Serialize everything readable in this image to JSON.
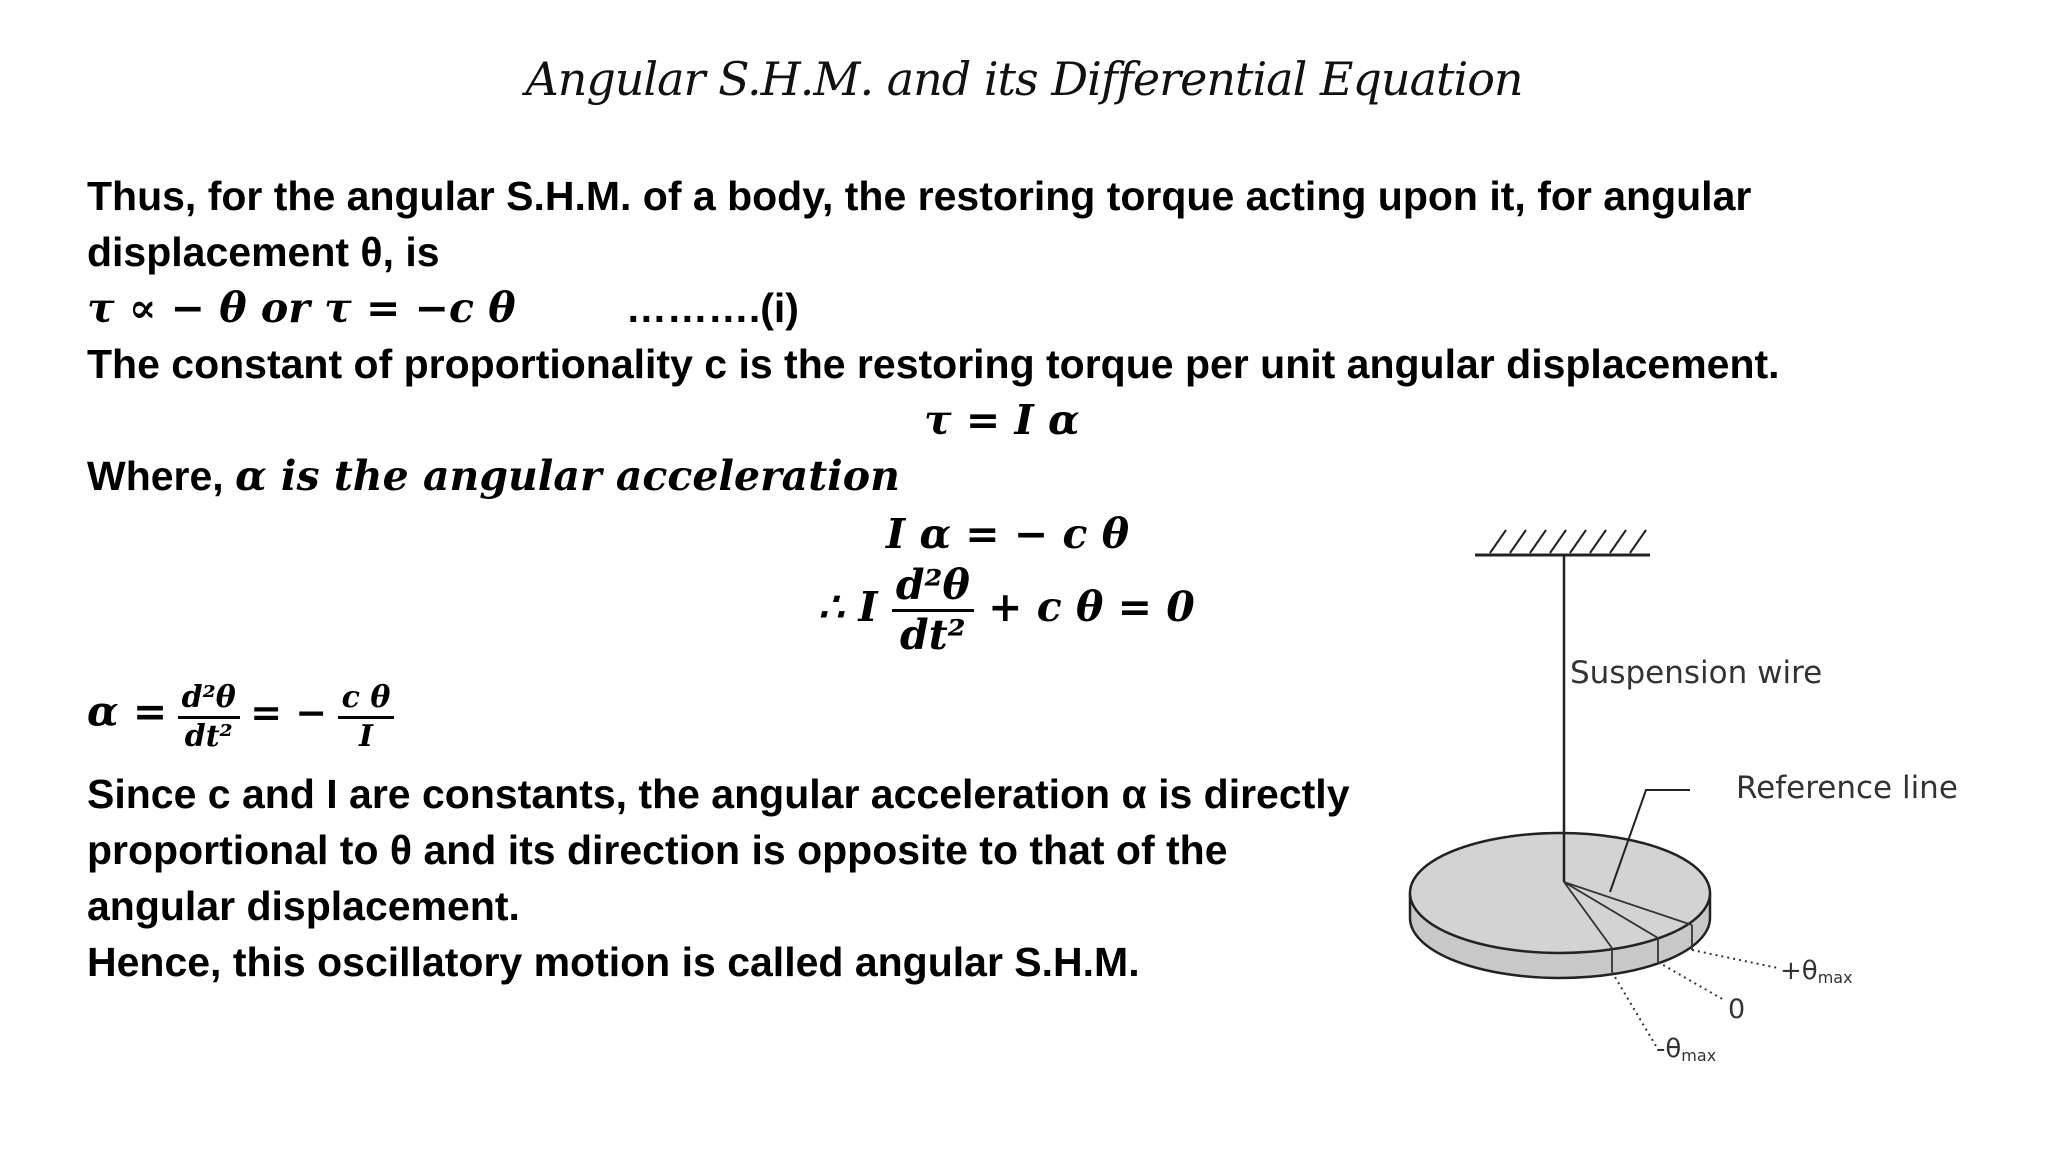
{
  "slide": {
    "title": "Angular S.H.M. and its Differential Equation"
  },
  "text": {
    "line1": "Thus, for the angular S.H.M. of a body, the restoring torque acting upon it, for angular",
    "line2": "displacement θ, is",
    "eq1_math": "τ ∝ − θ or τ = −c θ",
    "eq1_tag": "……….(i)",
    "line4": "The constant of proportionality c is the restoring torque per unit angular displacement.",
    "eq2": "τ = I α",
    "where_label": "Where, ",
    "where_math": "α is the angular acceleration",
    "eq3": "I α = − c θ",
    "eq4_prefix": "∴ I",
    "eq4_num": "d²θ",
    "eq4_den": "dt²",
    "eq4_suffix": "+ c θ = 0",
    "eq5_lhs": "α =",
    "eq5_num1": "d²θ",
    "eq5_den1": "dt²",
    "eq5_eq": "= −",
    "eq5_num2": "c θ",
    "eq5_den2": "I",
    "para1": "Since c and I are constants, the angular acceleration α is directly",
    "para2": "proportional to θ and its direction is opposite to that of the",
    "para3": "angular displacement.",
    "para4": "Hence, this oscillatory motion is called angular S.H.M."
  },
  "diagram": {
    "label_wire": "Suspension wire",
    "label_ref": "Reference line",
    "label_plus": "+θ",
    "label_plus_sub": "max",
    "label_zero": "0",
    "label_minus": "-θ",
    "label_minus_sub": "max"
  },
  "colors": {
    "disc_fill": "#d3d3d3",
    "line": "#222222"
  }
}
